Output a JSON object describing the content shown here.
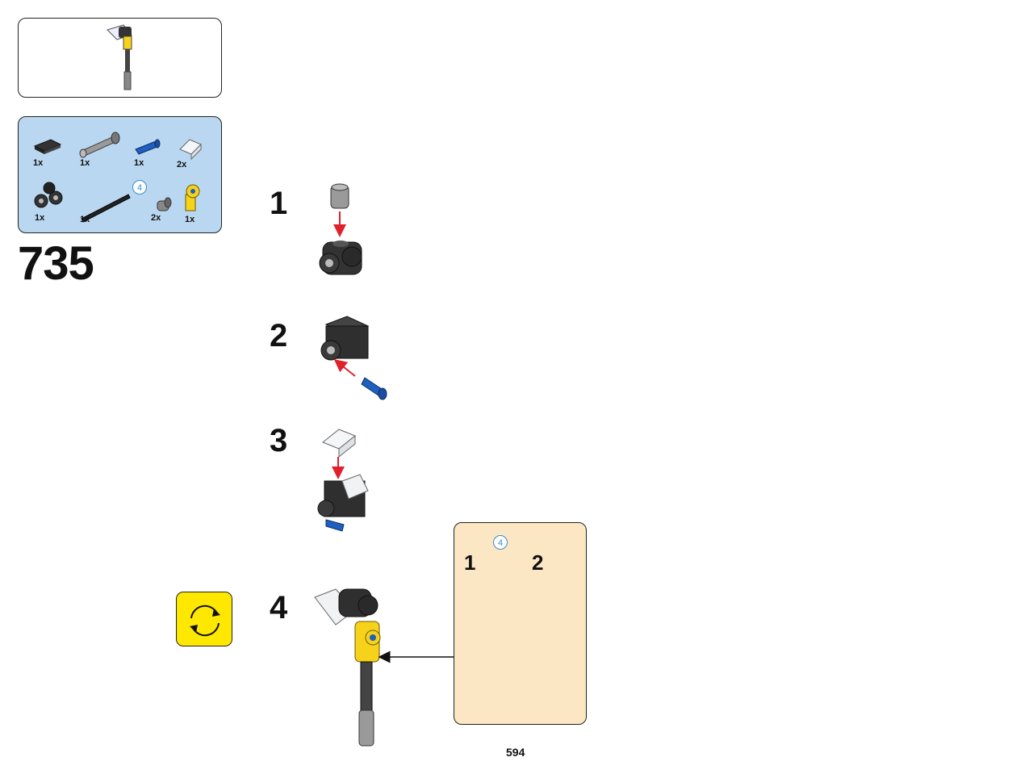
{
  "page": {
    "set_step": "735",
    "page_number": "594"
  },
  "parts_list": [
    {
      "icon": "black-plate-icon",
      "qty": "1x"
    },
    {
      "icon": "gray-pin-icon",
      "qty": "1x"
    },
    {
      "icon": "blue-pin-icon",
      "qty": "1x"
    },
    {
      "icon": "clear-slope-icon",
      "qty": "2x"
    },
    {
      "icon": "black-connector-icon",
      "qty": "1x"
    },
    {
      "icon": "black-axle-icon",
      "qty": "1x",
      "length": "4"
    },
    {
      "icon": "gray-bush-icon",
      "qty": "2x"
    },
    {
      "icon": "yellow-connector-icon",
      "qty": "1x"
    }
  ],
  "steps": [
    {
      "number": "1"
    },
    {
      "number": "2"
    },
    {
      "number": "3"
    },
    {
      "number": "4"
    }
  ],
  "sub_assembly": {
    "steps": [
      {
        "number": "1",
        "length": "4"
      },
      {
        "number": "2"
      }
    ]
  },
  "colors": {
    "parts_bg": "#b9d7f0",
    "sub_bg": "#fbe7c4",
    "rotate_bg": "#ffe800",
    "arrow_red": "#e0202a",
    "yellow_part": "#f7d21a",
    "blue_part": "#1e5fc0"
  }
}
